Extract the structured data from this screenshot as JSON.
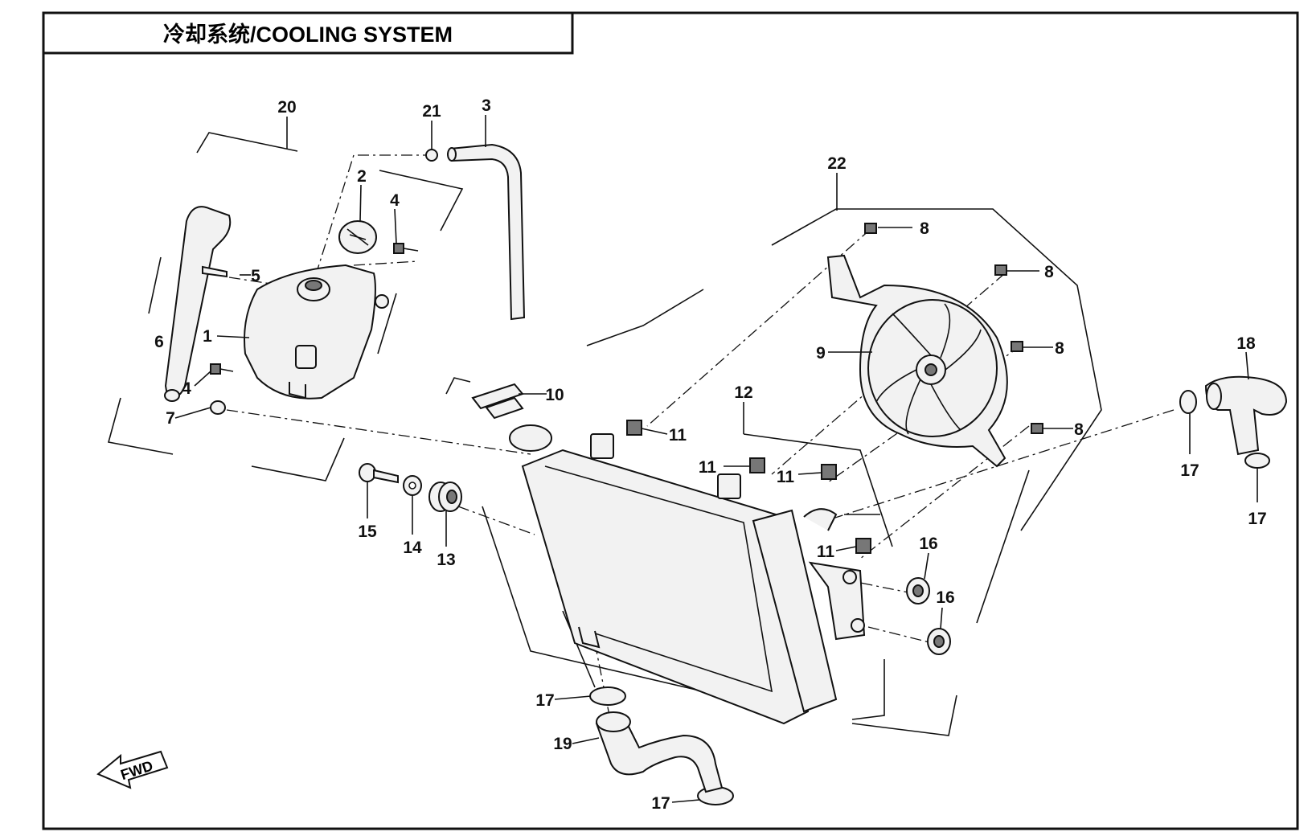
{
  "title": "冷却系统/COOLING SYSTEM",
  "fwd_label": "FWD",
  "callouts": {
    "c1": "1",
    "c2": "2",
    "c3": "3",
    "c4a": "4",
    "c4b": "4",
    "c5": "5",
    "c6": "6",
    "c7": "7",
    "c8a": "8",
    "c8b": "8",
    "c8c": "8",
    "c8d": "8",
    "c9": "9",
    "c10": "10",
    "c11a": "11",
    "c11b": "11",
    "c11c": "11",
    "c11d": "11",
    "c12": "12",
    "c13": "13",
    "c14": "14",
    "c15": "15",
    "c16a": "16",
    "c16b": "16",
    "c17a": "17",
    "c17b": "17",
    "c17c": "17",
    "c17d": "17",
    "c18": "18",
    "c19": "19",
    "c20": "20",
    "c21": "21",
    "c22": "22"
  }
}
